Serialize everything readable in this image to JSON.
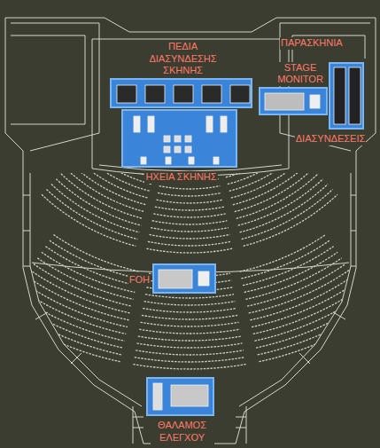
{
  "diagram": {
    "nodes": [
      {
        "text": [
          "ΠΕΔΙΑ ΔΙΑΣΥΝΔΕΣΗΣ ΣΚΗΝΗΣ"
        ]
      },
      {
        "text": [
          "ΗΧΕΙΑ ΣΚΗΝΗΣ"
        ]
      },
      {
        "text": [
          "STAGE MONITOR"
        ]
      },
      {
        "text": [
          "ΔΙΑΣΥΝΔΕΣΕΙΣ"
        ]
      },
      {
        "text": [
          "FOH"
        ]
      },
      {
        "text": [
          "ΘΑΛΑΜΟΣ ΕΛΕΓΧΟΥ"
        ]
      }
    ],
    "labels": [
      "ΠΑΡΑΣΚΗΝΙΑ"
    ]
  }
}
